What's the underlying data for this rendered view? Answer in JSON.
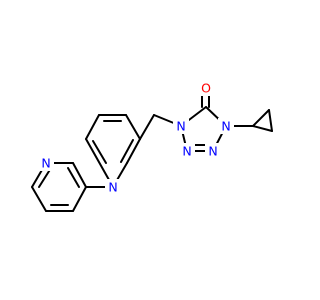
{
  "molecule": {
    "atom_labels": {
      "n_pyridine_a": "N",
      "n_pyridine_b": "N",
      "n_tetrazole_1": "N",
      "n_tetrazole_2": "N",
      "n_tetrazole_3": "N",
      "n_tetrazole_4": "N",
      "o_carbonyl": "O"
    },
    "colors": {
      "bond": "#000000",
      "nitrogen": "#0000ff",
      "oxygen": "#ff0000"
    }
  }
}
